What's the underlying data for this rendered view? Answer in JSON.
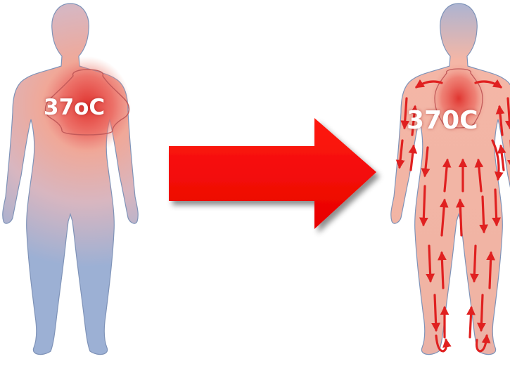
{
  "figures": {
    "before": {
      "temperature_label": "37oC"
    },
    "after": {
      "temperature_label": "370C"
    }
  },
  "arrow": {
    "direction": "right",
    "color": "#ff0000"
  },
  "colors": {
    "skin_cool": "#9cb0d4",
    "skin_warm": "#f0b8a0",
    "core_heat": "#e03530",
    "blood_flow": "#e02020"
  }
}
